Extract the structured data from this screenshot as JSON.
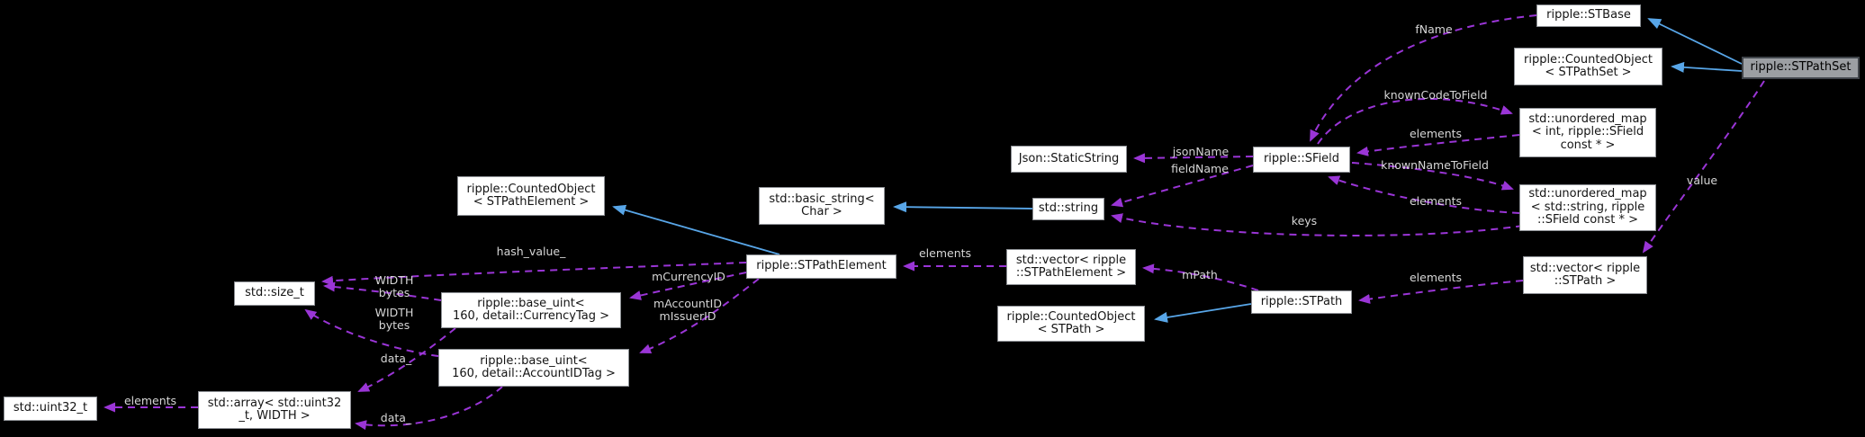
{
  "diagram": {
    "type": "doxygen-collaboration-graph",
    "focus_class": "ripple::STPathSet"
  },
  "colors": {
    "background": "#000000",
    "node_bg": "#ffffff",
    "node_border": "#8e9196",
    "focus_node_bg": "#9c9fa3",
    "focus_node_border": "#41454b",
    "node_text": "#141414",
    "edge_label_text": "#d6d6d6",
    "usage_edge_purple": "#9a35d6",
    "inheritance_edge_blue": "#58a6e8"
  },
  "nodes": {
    "stbase": "ripple::STBase",
    "counted_stpathset": "ripple::CountedObject\n< STPathSet >",
    "stpathset": "ripple::STPathSet",
    "map_int": "std::unordered_map\n< int, ripple::SField\nconst * >",
    "map_str": "std::unordered_map\n< std::string, ripple\n::SField const * >",
    "sfield": "ripple::SField",
    "static_string": "Json::StaticString",
    "std_string": "std::string",
    "basic_string": "std::basic_string<\nChar >",
    "counted_stpathelement": "ripple::CountedObject\n< STPathElement >",
    "stpathelement": "ripple::STPathElement",
    "vector_stpathelement": "std::vector< ripple\n::STPathElement >",
    "counted_stpath": "ripple::CountedObject\n< STPath >",
    "stpath": "ripple::STPath",
    "vector_stpath": "std::vector< ripple\n::STPath >",
    "size_t": "std::size_t",
    "base_uint_currency": "ripple::base_uint<\n160, detail::CurrencyTag >",
    "base_uint_account": "ripple::base_uint<\n160, detail::AccountIDTag >",
    "std_array": "std::array< std::uint32\n_t, WIDTH >",
    "uint32_t": "std::uint32_t"
  },
  "edge_labels": {
    "fname": "fName",
    "known_code_to_field": "knownCodeToField",
    "elements_map_int": "elements",
    "known_name_to_field": "knownNameToField",
    "elements_map_str": "elements",
    "json_name": "jsonName",
    "field_name": "fieldName",
    "keys": "keys",
    "value": "value",
    "elements_vector_stpath": "elements",
    "m_path": "mPath",
    "elements_vector_stpathelement": "elements",
    "hash_value": "hash_value_",
    "m_currency_id": "mCurrencyID",
    "m_account_id_m_issuer_id": "mAccountID\nmIssuerID",
    "width_bytes_currency": "WIDTH\nbytes",
    "width_bytes_account": "WIDTH\nbytes",
    "data_currency": "data_",
    "data_account": "data_",
    "elements_array": "elements"
  }
}
